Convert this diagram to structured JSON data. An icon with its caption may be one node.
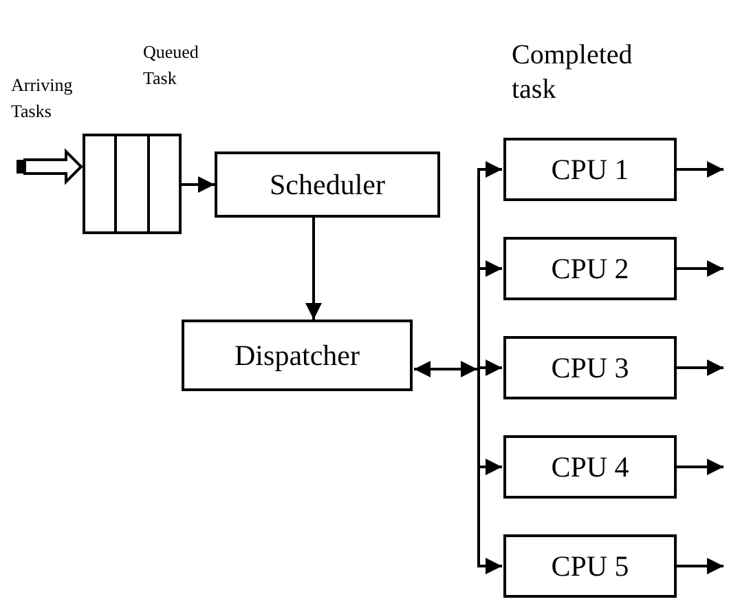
{
  "diagram": {
    "nodes": [
      {
        "text": [
          "Queued Task"
        ]
      },
      {
        "text": [
          "Scheduler"
        ]
      },
      {
        "text": [
          "Dispatcher"
        ]
      },
      {
        "text": [
          "CPU 1"
        ]
      },
      {
        "text": [
          "CPU 2"
        ]
      },
      {
        "text": [
          "CPU 3"
        ]
      },
      {
        "text": [
          "CPU 4"
        ]
      },
      {
        "text": [
          "CPU 5"
        ]
      }
    ],
    "edges": [
      {
        "from": null,
        "to": 0,
        "arrow": "to",
        "label": "Arriving Tasks"
      },
      {
        "from": 0,
        "to": 1,
        "arrow": "to"
      },
      {
        "from": 1,
        "to": 2,
        "arrow": "to"
      },
      {
        "from": 2,
        "to": 3,
        "arrow": "both"
      },
      {
        "from": 2,
        "to": 4,
        "arrow": "both"
      },
      {
        "from": 2,
        "to": 5,
        "arrow": "both"
      },
      {
        "from": 2,
        "to": 6,
        "arrow": "both"
      },
      {
        "from": 2,
        "to": 7,
        "arrow": "both"
      },
      {
        "from": 3,
        "to": null,
        "arrow": "to"
      },
      {
        "from": 4,
        "to": null,
        "arrow": "to"
      },
      {
        "from": 5,
        "to": null,
        "arrow": "to"
      },
      {
        "from": 6,
        "to": null,
        "arrow": "to"
      },
      {
        "from": 7,
        "to": null,
        "arrow": "to"
      }
    ],
    "labels": [
      "Completed task"
    ]
  }
}
